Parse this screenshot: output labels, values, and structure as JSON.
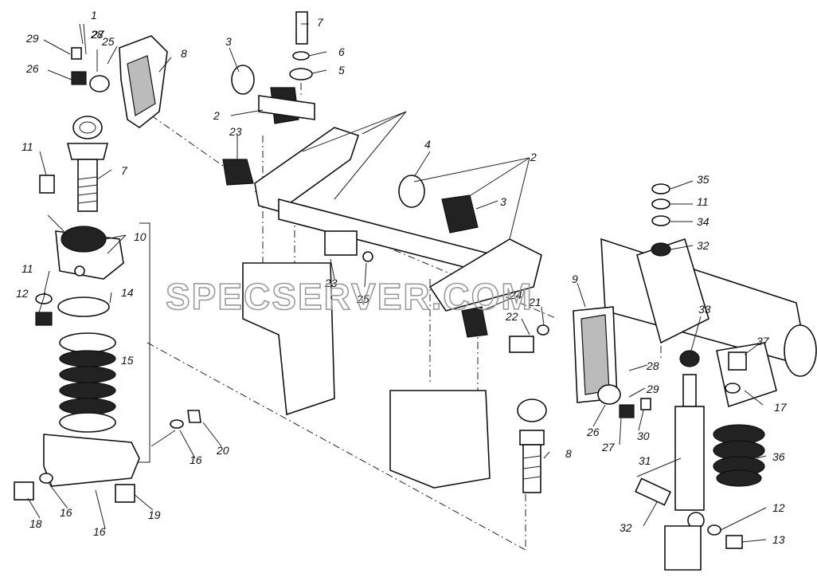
{
  "watermark": "SPECSERVER.COM",
  "callouts": [
    "1",
    "2",
    "2",
    "3",
    "3",
    "4",
    "5",
    "6",
    "7",
    "7",
    "8",
    "8",
    "9",
    "10",
    "11",
    "11",
    "11",
    "12",
    "12",
    "13",
    "14",
    "15",
    "16",
    "16",
    "16",
    "17",
    "18",
    "19",
    "20",
    "21",
    "22",
    "23",
    "23",
    "24",
    "25",
    "25",
    "26",
    "26",
    "27",
    "27",
    "28",
    "28",
    "29",
    "29",
    "30",
    "31",
    "32",
    "32",
    "33",
    "34",
    "35",
    "36",
    "37"
  ]
}
